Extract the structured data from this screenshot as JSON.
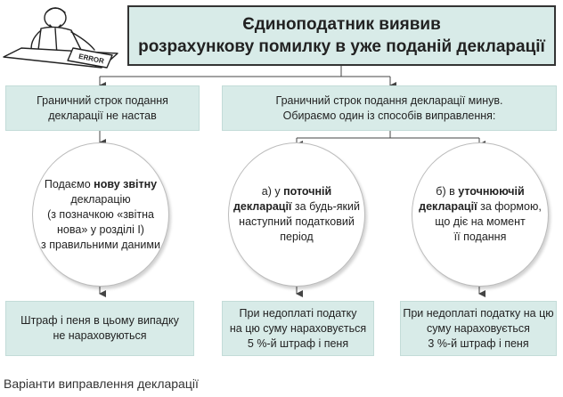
{
  "title": {
    "line1": "Єдиноподатник виявив",
    "line2": "розрахункову помилку в уже поданій декларації"
  },
  "condition_left": {
    "line1": "Граничний строк подання",
    "line2": "декларації не настав"
  },
  "condition_right": {
    "line1": "Граничний строк подання декларації минув.",
    "line2": "Обираємо один із способів виправлення:"
  },
  "option_new": {
    "pre": "Подаємо ",
    "bold": "нову звітну",
    "line2": "декларацію",
    "line3": "(з позначкою «звітна",
    "line4": "нова» у розділі І)",
    "line5": "з правильними даними"
  },
  "option_current": {
    "pre": "а) у ",
    "bold1": "поточній",
    "bold2": "декларації",
    "post2": " за будь-який",
    "line3": "наступний податковий",
    "line4": "період"
  },
  "option_clarifying": {
    "pre": "б) в ",
    "bold1": "уточнюючій",
    "bold2": "декларації",
    "post2": " за формою,",
    "line3": "що діє на момент",
    "line4": "її подання"
  },
  "result_left": {
    "line1": "Штраф і пеня в цьому випадку",
    "line2": "не нараховуються"
  },
  "result_middle": {
    "line1": "При недоплаті податку",
    "line2": "на цю суму нараховується",
    "line3": "5 %-й штраф і пеня"
  },
  "result_right": {
    "line1": "При недоплаті податку на цю",
    "line2": "суму нараховується",
    "line3": "3 %-й штраф і пеня"
  },
  "caption": "Варіанти виправлення декларації",
  "figure_sign_text": "ERROR",
  "colors": {
    "box_fill": "#d8ebe8",
    "line": "#444444"
  }
}
